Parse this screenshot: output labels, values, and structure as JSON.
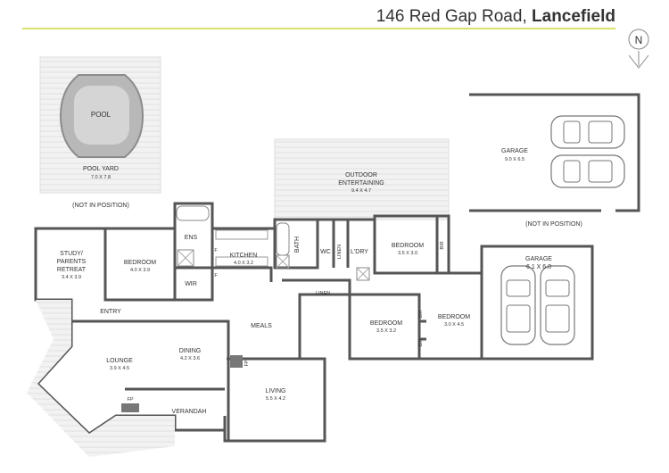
{
  "header": {
    "address": "146 Red Gap Road,",
    "suburb": "Lancefield",
    "accent_color": "#d7e36a"
  },
  "compass": {
    "label": "N",
    "icon": "north-arrow-icon"
  },
  "rooms": {
    "pool": {
      "label": "POOL"
    },
    "pool_yard": {
      "label": "POOL YARD",
      "dims": "7.0 X 7.8"
    },
    "pool_note": "(NOT IN POSITION)",
    "outdoor": {
      "label1": "OUTDOOR",
      "label2": "ENTERTAINING",
      "dims": "9.4 X 4.7"
    },
    "garage_top": {
      "label": "GARAGE",
      "dims": "9.0 X 6.5"
    },
    "garage_note": "(NOT IN POSITION)",
    "garage_main": {
      "label": "GARAGE",
      "dims": "6.1 X 6.0"
    },
    "study": {
      "label1": "STUDY/",
      "label2": "PARENTS",
      "label3": "RETREAT",
      "dims": "3.4 X 3.9"
    },
    "bedroom1": {
      "label": "BEDROOM",
      "dims": "4.0 X 3.9"
    },
    "ens": {
      "label": "ENS"
    },
    "wir": {
      "label": "WIR"
    },
    "f1": {
      "label": "F"
    },
    "f2": {
      "label": "F"
    },
    "kitchen": {
      "label": "KITCHEN",
      "dims": "4.0 X 3.2"
    },
    "bath": {
      "label": "BATH"
    },
    "wc": {
      "label": "WC"
    },
    "linen_v": {
      "label": "LINEN"
    },
    "ldry": {
      "label": "L'DRY"
    },
    "bedroom2": {
      "label": "BEDROOM",
      "dims": "3.5 X 3.0"
    },
    "bir1": {
      "label": "BIR"
    },
    "linen_h": {
      "label": "LINEN"
    },
    "entry": {
      "label": "ENTRY"
    },
    "meals": {
      "label": "MEALS"
    },
    "bedroom3": {
      "label": "BEDROOM",
      "dims": "3.5 X 3.2"
    },
    "bir2": {
      "label": "BIR"
    },
    "bir3": {
      "label": "BIR"
    },
    "bedroom4": {
      "label": "BEDROOM",
      "dims": "3.0 X 4.5"
    },
    "lounge": {
      "label": "LOUNGE",
      "dims": "3.9 X 4.5"
    },
    "dining": {
      "label": "DINING",
      "dims": "4.2 X 3.6"
    },
    "fp1": {
      "label": "FP"
    },
    "fp2": {
      "label": "FP"
    },
    "verandah": {
      "label": "VERANDAH"
    },
    "living": {
      "label": "LIVING",
      "dims": "5.5 X 4.2"
    }
  }
}
